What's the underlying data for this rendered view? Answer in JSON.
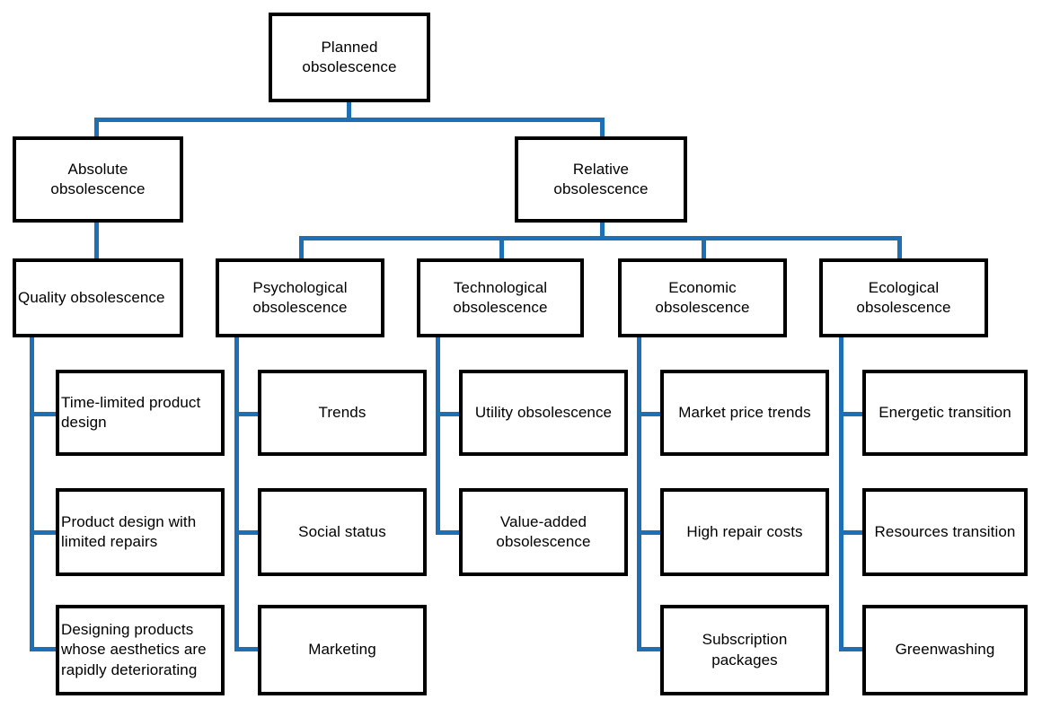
{
  "diagram": {
    "title": "Planned obsolescence",
    "type": "hierarchy-tree",
    "accent_color": "#1F6FB4",
    "box_border_color": "#000000",
    "background_color": "#FFFFFF"
  },
  "nodes": {
    "root": {
      "label": "Planned obsolescence"
    },
    "level2": [
      {
        "label": "Absolute\nobsolescence"
      },
      {
        "label": "Relative obsolescence"
      }
    ],
    "level3": [
      {
        "label": "Quality obsolescence"
      },
      {
        "label": "Psychological\nobsolescence"
      },
      {
        "label": "Technological\nobsolescence"
      },
      {
        "label": "Economic\nobsolescence"
      },
      {
        "label": "Ecological\nobsolescence"
      }
    ],
    "leaves": {
      "quality_obsolescence": [
        {
          "label": "Time-limited product design"
        },
        {
          "label": "Product design with limited repairs"
        },
        {
          "label": "Designing products whose aesthetics are rapidly deteriorating"
        }
      ],
      "psychological_obsolescence": [
        {
          "label": "Trends"
        },
        {
          "label": "Social status"
        },
        {
          "label": "Marketing"
        }
      ],
      "technological_obsolescence": [
        {
          "label": "Utility obsolescence"
        },
        {
          "label": "Value-added\nobsolescence"
        }
      ],
      "economic_obsolescence": [
        {
          "label": "Market price trends"
        },
        {
          "label": "High repair costs"
        },
        {
          "label": "Subscription packages"
        }
      ],
      "ecological_obsolescence": [
        {
          "label": "Energetic transition"
        },
        {
          "label": "Resources transition"
        },
        {
          "label": "Greenwashing"
        }
      ]
    }
  }
}
